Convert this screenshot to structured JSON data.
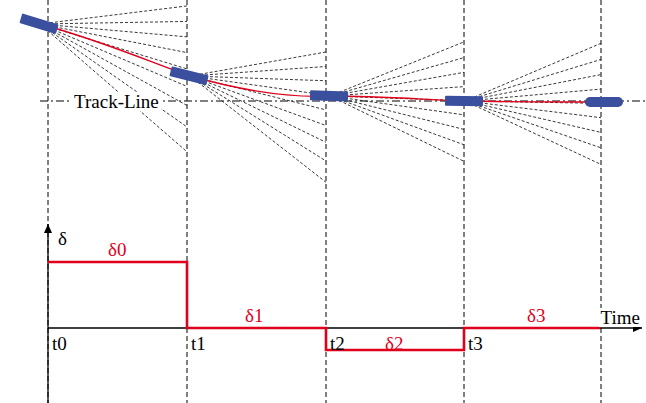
{
  "diagram": {
    "labels": [
      "Track-Line",
      "δ",
      "δ0",
      "δ1",
      "δ2",
      "δ3",
      "Time",
      "t0",
      "t1",
      "t2",
      "t3"
    ]
  }
}
